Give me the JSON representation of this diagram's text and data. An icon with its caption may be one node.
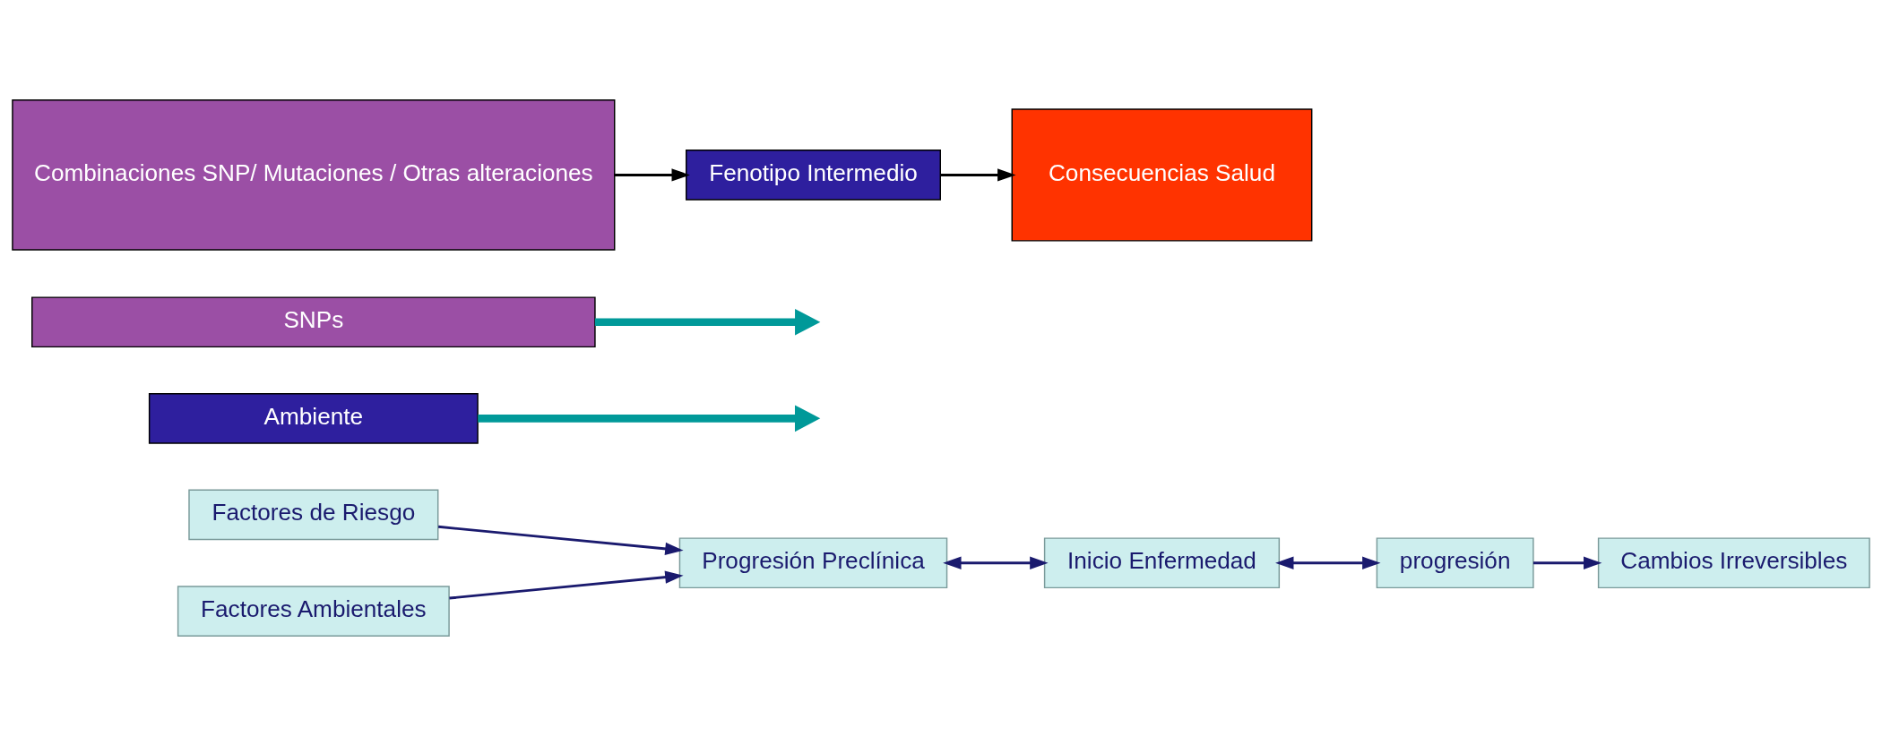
{
  "diagram": {
    "nodes": [
      {
        "text": [
          "Factores de Riesgo"
        ]
      },
      {
        "text": [
          "Factores Ambientales"
        ]
      },
      {
        "text": [
          "Progresión Preclínica"
        ]
      },
      {
        "text": [
          "Inicio Enfermedad"
        ]
      },
      {
        "text": [
          "progresión"
        ]
      },
      {
        "text": [
          "Cambios Irreversibles"
        ]
      },
      {
        "text": [
          "Ambiente"
        ]
      },
      {
        "text": [
          "SNPs"
        ]
      },
      {
        "text": [
          "Combinaciones SNP/ Mutaciones / Otras alteraciones"
        ]
      },
      {
        "text": [
          "Fenotipo Intermedio"
        ]
      },
      {
        "text": [
          "Consecuencias Salud"
        ]
      }
    ],
    "edges": [
      {
        "from": 0,
        "to": 2,
        "arrow": "to"
      },
      {
        "from": 1,
        "to": 2,
        "arrow": "to"
      },
      {
        "from": 2,
        "to": 3,
        "arrow": "both"
      },
      {
        "from": 3,
        "to": 4,
        "arrow": "both"
      },
      {
        "from": 4,
        "to": 5,
        "arrow": "to"
      },
      {
        "from": 6,
        "to": null,
        "arrow": "to",
        "style": "thick",
        "color": "#009999"
      },
      {
        "from": 7,
        "to": null,
        "arrow": "to",
        "style": "thick",
        "color": "#009999"
      },
      {
        "from": 8,
        "to": 9,
        "arrow": "to",
        "color": "#000000"
      },
      {
        "from": 9,
        "to": 10,
        "arrow": "to",
        "color": "#000000"
      }
    ]
  }
}
